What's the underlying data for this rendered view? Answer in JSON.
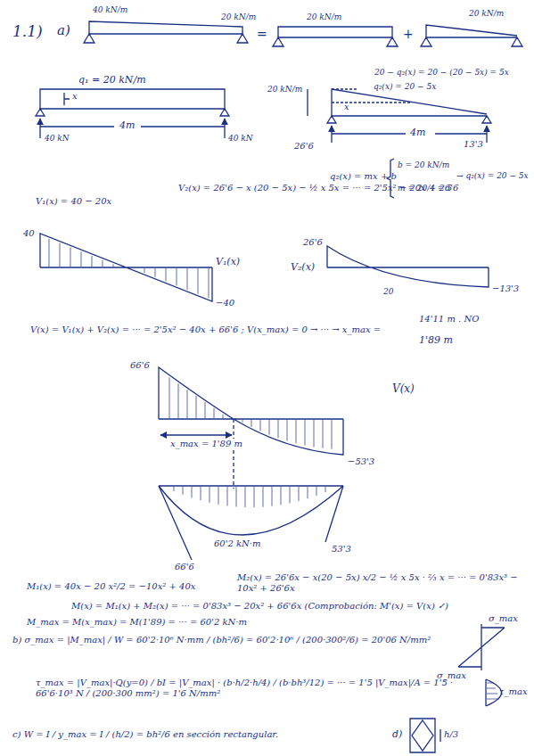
{
  "diagram": {
    "labels": [
      "1.1)",
      "a)",
      "40 kN/m",
      "20 kN/m",
      "=",
      "20 kN/m",
      "+",
      "20 kN/m",
      "q₁ = 20 kN/m",
      "x",
      "4m",
      "40 kN",
      "40 kN",
      "20 kN/m",
      "20 − q₂(x) = 20 − (20 − 5x) = 5x",
      "q₂(x) = 20 − 5x",
      "x",
      "4m",
      "26'6",
      "13'3",
      "q₂(x) = mx + b",
      "b = 20 kN/m",
      "m = 20/4 = 5",
      "→ q₂(x) = 20 − 5x",
      "V₁(x) = 40 − 20x",
      "V₂(x) = 26'6 − x (20 − 5x) − ½ x 5x = ··· = 2'5x² − 20x + 26'6",
      "40",
      "V₁(x)",
      "−40",
      "26'6",
      "V₂(x)",
      "20",
      "−13'3",
      "V(x) = V₁(x) + V₂(x) = ··· = 2'5x² − 40x + 66'6 ;  V(x_max) = 0 → ··· → x_max =",
      "14'11 m . NO",
      "1'89 m",
      "66'6",
      "V(x)",
      "x_max = 1'89 m",
      "−53'3",
      "60'2 kN·m",
      "66'6",
      "53'3",
      "M₁(x) = 40x − 20 x²/2 = −10x² + 40x",
      "M₂(x) = 26'6x − x(20 − 5x) x/2 − ½ x 5x · ⅔ x = ··· = 0'83x³ − 10x² + 26'6x",
      "M(x) = M₁(x) + M₂(x) = ··· = 0'83x³ − 20x² + 66'6x   (Comprobación: M'(x) = V(x) ✓)",
      "M_max = M(x_max) = M(1'89) = ··· = 60'2 kN·m",
      "b)  σ_max = |M_max| / W = 60'2·10⁶ N·mm / (bh²/6) = 60'2·10⁶ / (200·300²/6) = 20'06 N/mm²",
      "σ_max",
      "σ_max",
      "τ_max = |V_max|·Q(y=0) / bI = |V_max| · (b·h/2·h/4) / (b·bh³/12) = ··· = 1'5 |V_max|/A = 1'5 · 66'6·10³ N / (200·300 mm²) = 1'6 N/mm²",
      "τ_max",
      "c)  W = I / y_max = I / (h/2) = bh²/6  en sección rectangular.",
      "d)",
      "h/3"
    ]
  }
}
